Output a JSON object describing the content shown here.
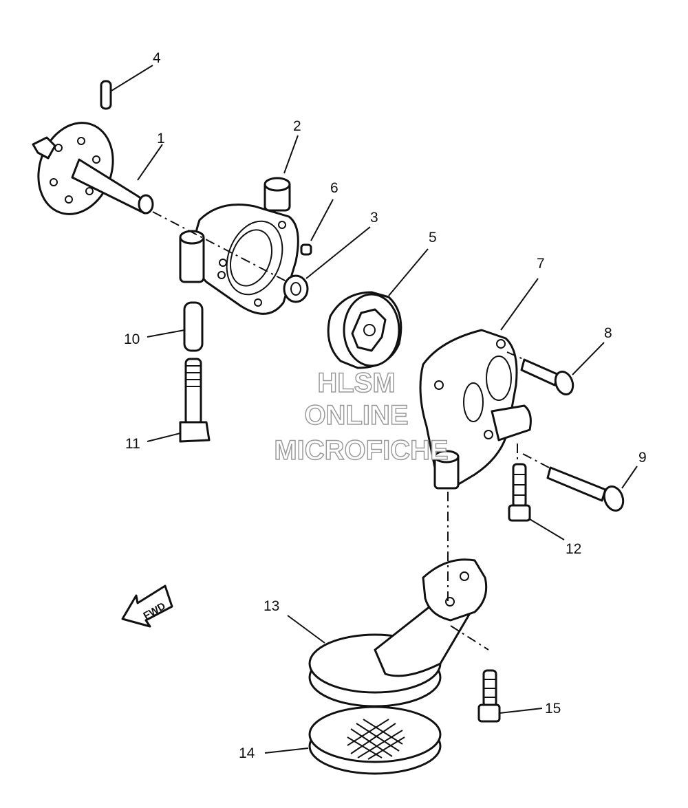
{
  "callouts": [
    "1",
    "2",
    "3",
    "4",
    "5",
    "6",
    "7",
    "8",
    "9",
    "10",
    "11",
    "12",
    "13",
    "14",
    "15"
  ],
  "direction_arrow": {
    "label": "FWD"
  },
  "watermark": [
    "HLSM",
    "ONLINE",
    "MICROFICHE"
  ]
}
